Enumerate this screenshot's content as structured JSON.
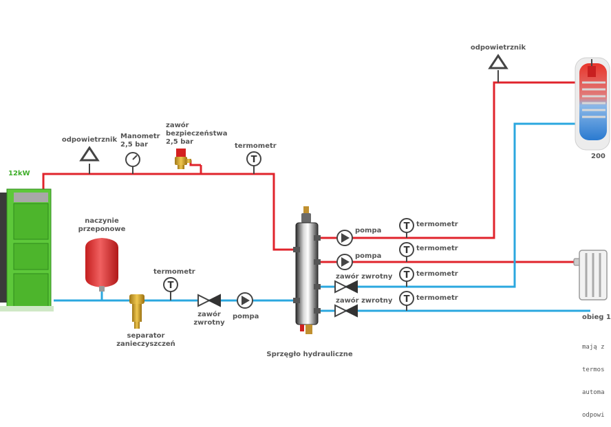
{
  "colors": {
    "supply": "#e0232b",
    "return": "#2aa7df",
    "boiler": "#5dc83a",
    "vessel": "#e03c3c",
    "line_dark": "#444444"
  },
  "labels": {
    "boiler_power": "12kW",
    "vent_left": "odpowietrznik",
    "manometer": [
      "Manometr",
      "2,5 bar"
    ],
    "safety_valve": [
      "zawór",
      "bezpieczeństwa",
      "2,5 bar"
    ],
    "thermometer_top": "termometr",
    "expansion_vessel": [
      "naczynie",
      "przeponowe"
    ],
    "thermometer_return": "termometr",
    "check_valve_left": [
      "zawór",
      "zwrotny"
    ],
    "pump_left": "pompa",
    "separator": [
      "separator",
      "zanieczyszczeń"
    ],
    "hydraulic_coupling": "Sprzęgło hydrauliczne",
    "vent_right": "odpowietrznik",
    "pump_1": "pompa",
    "pump_2": "pompa",
    "thermometer_1": "termometr",
    "thermometer_2": "termometr",
    "thermometer_3": "termometr",
    "thermometer_4": "termometr",
    "check_valve_1": "zawór zwrotny",
    "check_valve_2": "zawór zwrotny",
    "tank_size": "200",
    "circuit_label": "obieg 1",
    "note_lines": [
      "mają z",
      "termos",
      "automa",
      "odpowi"
    ]
  }
}
